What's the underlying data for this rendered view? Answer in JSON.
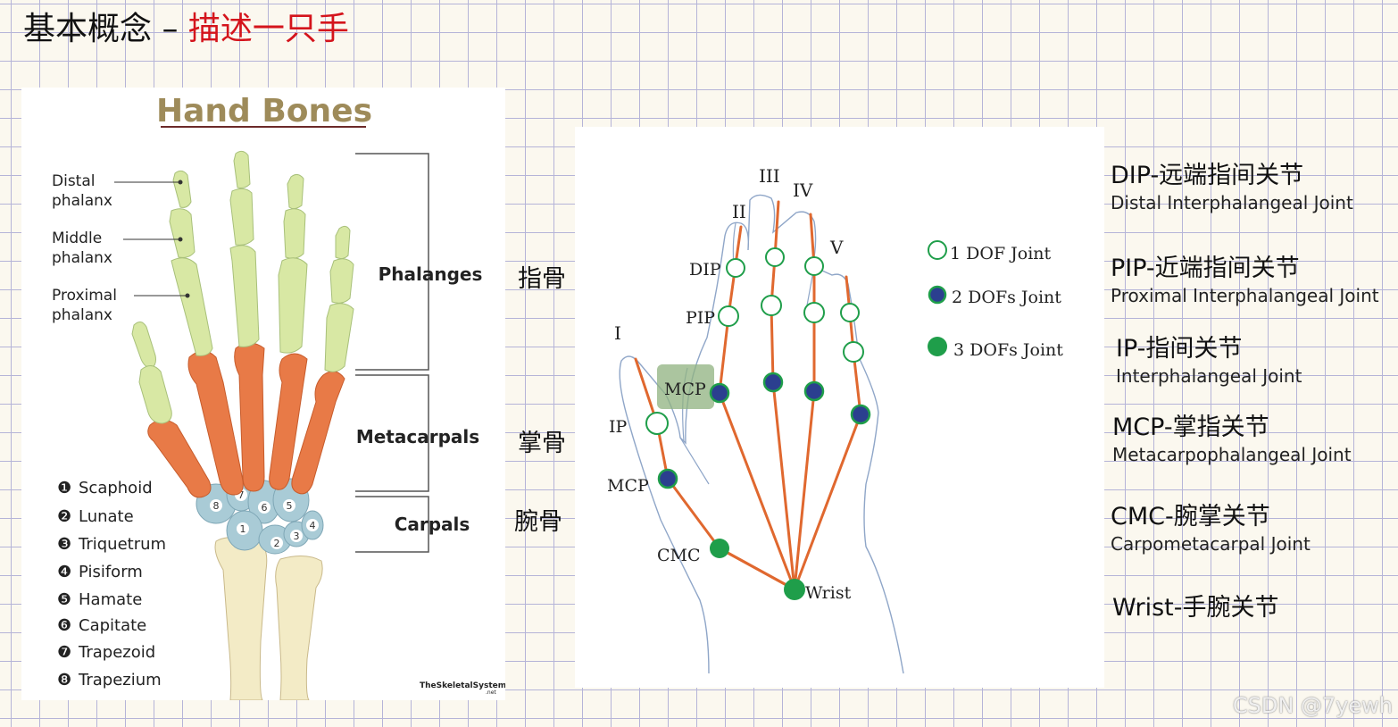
{
  "title": {
    "black": "基本概念 – ",
    "red": "描述一只手"
  },
  "left_diagram": {
    "heading": "Hand Bones",
    "labels": {
      "distal_1": "Distal",
      "distal_2": "phalanx",
      "middle_1": "Middle",
      "middle_2": "phalanx",
      "proximal_1": "Proximal",
      "proximal_2": "phalanx"
    },
    "groups": [
      "Phalanges",
      "Metacarpals",
      "Carpals"
    ],
    "carpal_bones": [
      {
        "num": "❶",
        "name": "Scaphoid"
      },
      {
        "num": "❷",
        "name": "Lunate"
      },
      {
        "num": "❸",
        "name": "Triquetrum"
      },
      {
        "num": "❹",
        "name": "Pisiform"
      },
      {
        "num": "❺",
        "name": "Hamate"
      },
      {
        "num": "❻",
        "name": "Capitate"
      },
      {
        "num": "❼",
        "name": "Trapezoid"
      },
      {
        "num": "❽",
        "name": "Trapezium"
      }
    ],
    "credit": "TheSkeletalSystem",
    "credit_sub": ".net",
    "colors": {
      "phalanges": "#d8e8a4",
      "metacarpals": "#e87a47",
      "carpals": "#a9cbd6",
      "arm": "#f3ebc6"
    }
  },
  "cn_groups": {
    "phalanges": "指骨",
    "metacarpals": "掌骨",
    "carpals": "腕骨"
  },
  "right_diagram": {
    "finger_numerals": [
      "I",
      "II",
      "III",
      "IV",
      "V"
    ],
    "joint_labels": {
      "dip": "DIP",
      "pip": "PIP",
      "mcp": "MCP",
      "ip": "IP",
      "mcp_thumb": "MCP",
      "cmc": "CMC",
      "wrist": "Wrist"
    },
    "legend": [
      "1 DOF Joint",
      "2 DOFs Joint",
      "3 DOFs Joint"
    ],
    "colors": {
      "bone_line": "#e0682f",
      "dof1": "#1f9e4a",
      "dof2": "#2b3f8f",
      "dof3": "#1f9e4a",
      "highlight": "#8fb27f"
    }
  },
  "joints": [
    {
      "main": "DIP-远端指间关节",
      "sub": "Distal Interphalangeal Joint"
    },
    {
      "main": "PIP-近端指间关节",
      "sub": "Proximal Interphalangeal Joint"
    },
    {
      "main": "IP-指间关节",
      "sub": "Interphalangeal Joint"
    },
    {
      "main": "MCP-掌指关节",
      "sub": "Metacarpophalangeal Joint"
    },
    {
      "main": "CMC-腕掌关节",
      "sub": "Carpometacarpal Joint"
    },
    {
      "main": "Wrist-手腕关节",
      "sub": ""
    }
  ],
  "watermark": "CSDN @7yewh"
}
